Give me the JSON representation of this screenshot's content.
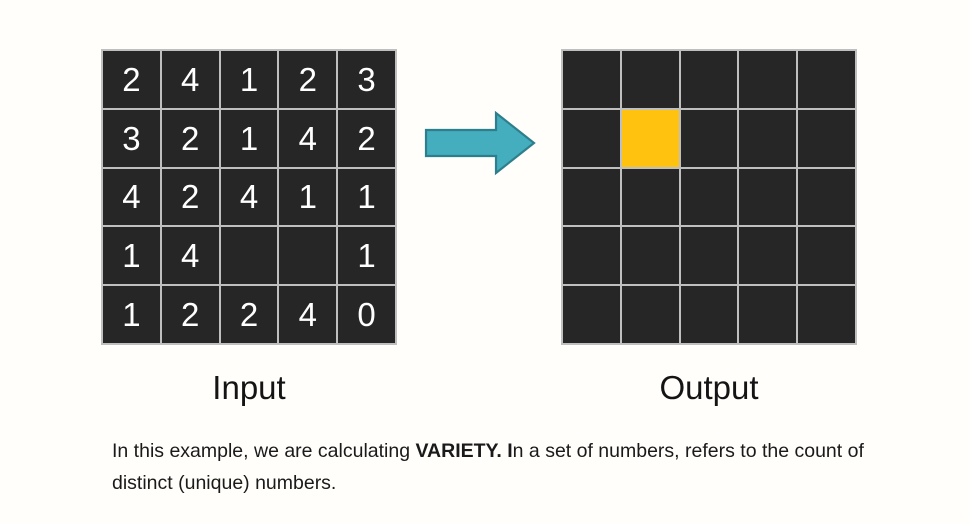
{
  "background_color": "#fffefb",
  "colors": {
    "cell_dark": "#262626",
    "grid_line": "#bfbfbf",
    "highlight_yellow": "#ffc20e",
    "arrow_fill": "#44adbe",
    "arrow_stroke": "#2e7f8c",
    "text_dark": "#141414"
  },
  "input_panel": {
    "label": "Input",
    "grid": {
      "rows": 5,
      "cols": 5,
      "values": [
        [
          "2",
          "4",
          "1",
          "2",
          "3"
        ],
        [
          "3",
          "2",
          "1",
          "4",
          "2"
        ],
        [
          "4",
          "2",
          "4",
          "1",
          "1"
        ],
        [
          "1",
          "4",
          "",
          "",
          "1"
        ],
        [
          "1",
          "2",
          "2",
          "4",
          "0"
        ]
      ]
    }
  },
  "arrow": {
    "icon": "right-arrow-icon",
    "direction": "right"
  },
  "output_panel": {
    "label": "Output",
    "grid": {
      "rows": 5,
      "cols": 5,
      "values": [
        [
          "",
          "",
          "",
          "",
          ""
        ],
        [
          "",
          "",
          "",
          "",
          ""
        ],
        [
          "",
          "",
          "",
          "",
          ""
        ],
        [
          "",
          "",
          "",
          "",
          ""
        ],
        [
          "",
          "",
          "",
          "",
          ""
        ]
      ],
      "highlighted_cells": [
        {
          "row": 1,
          "col": 1,
          "color": "#ffc20e"
        }
      ]
    }
  },
  "caption": {
    "line1_part1": "In this example, we are calculating ",
    "line1_bold": "VARIETY. I",
    "line1_part2": "n a set of numbers, refers",
    "line2": "to the count of distinct (unique) numbers."
  }
}
